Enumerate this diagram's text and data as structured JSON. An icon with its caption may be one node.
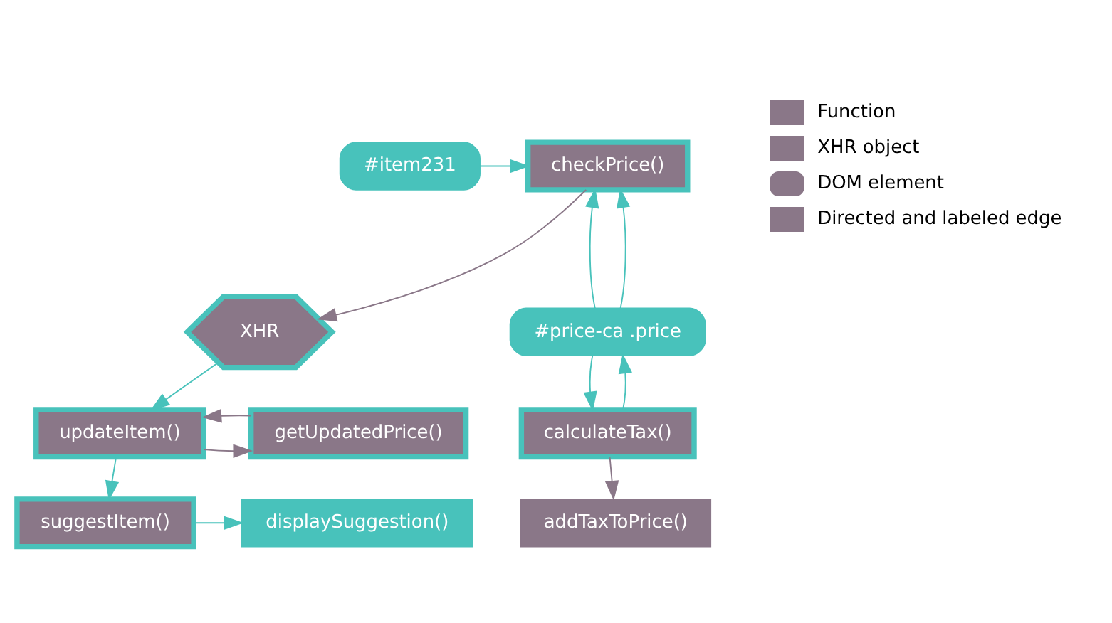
{
  "diagram": {
    "nodes": [
      {
        "text": [
          "checkPrice()"
        ]
      },
      {
        "text": [
          "#item231"
        ]
      },
      {
        "text": [
          "XHR"
        ]
      },
      {
        "text": [
          "#price-ca .price"
        ]
      },
      {
        "text": [
          "getUpdatedPrice()"
        ]
      },
      {
        "text": [
          "updateItem()"
        ]
      },
      {
        "text": [
          "calculateTax()"
        ]
      },
      {
        "text": [
          "displaySuggestion()"
        ]
      },
      {
        "text": [
          "suggestItem()"
        ]
      },
      {
        "text": [
          "addTaxToPrice()"
        ]
      }
    ],
    "edges": [
      {
        "from": 1,
        "to": 0,
        "arrow": "to"
      },
      {
        "from": 0,
        "to": 2,
        "arrow": "to",
        "color": "#8a7788"
      },
      {
        "from": 3,
        "to": 0,
        "arrow": "to"
      },
      {
        "from": 3,
        "to": 0,
        "arrow": "to"
      },
      {
        "from": 2,
        "to": 5,
        "arrow": "to"
      },
      {
        "from": 5,
        "to": 4,
        "arrow": "to",
        "color": "#8a7788"
      },
      {
        "from": 4,
        "to": 5,
        "arrow": "to",
        "color": "#8a7788"
      },
      {
        "from": 3,
        "to": 6,
        "arrow": "to"
      },
      {
        "from": 6,
        "to": 3,
        "arrow": "to"
      },
      {
        "from": 5,
        "to": 8,
        "arrow": "to"
      },
      {
        "from": 8,
        "to": 7,
        "arrow": "to"
      },
      {
        "from": 6,
        "to": 9,
        "arrow": "to",
        "color": "#8a7788"
      }
    ],
    "legend": [
      {
        "text": "Function",
        "color": "#8a7788"
      },
      {
        "text": "XHR object",
        "color": "#8a7788"
      },
      {
        "text": "DOM element",
        "color": "#8a7788"
      },
      {
        "text": "Directed and labeled edge",
        "color": "#8a7788"
      }
    ]
  }
}
